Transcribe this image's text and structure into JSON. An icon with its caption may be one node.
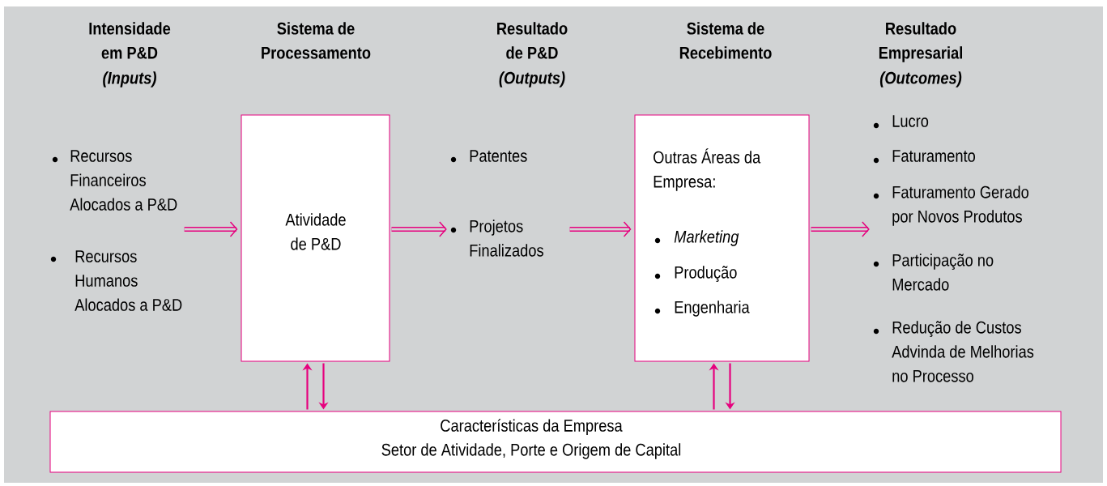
{
  "diagram": {
    "nodes": [
      {
        "text": [
          "Intensidade em P&D",
          "(Inputs)",
          "Recursos Financeiros Alocados a P&D",
          "Recursos Humanos Alocados a P&D"
        ]
      },
      {
        "text": [
          "Sistema de Processamento",
          "Atividade de P&D"
        ]
      },
      {
        "text": [
          "Resultado de P&D",
          "(Outputs)",
          "Patentes",
          "Projetos Finalizados"
        ]
      },
      {
        "text": [
          "Sistema de Recebimento",
          "Outras  Áreas da Empresa:",
          "Marketing",
          "Produção",
          "Engenharia"
        ]
      },
      {
        "text": [
          "Resultado Empresarial",
          "(Outcomes)",
          "Lucro",
          "Faturamento",
          "Faturamento  Gerado por Novos Produtos",
          "Participação no Mercado",
          "Redução de Custos Advinda de Melhorias no Processo"
        ]
      },
      {
        "text": [
          "Características da Empresa",
          "Setor de Atividade, Porte e Origem de Capital"
        ]
      }
    ],
    "edges": [
      {
        "from": 0,
        "to": 1,
        "arrow": "to",
        "style": "thick"
      },
      {
        "from": 1,
        "to": 2,
        "arrow": "to",
        "style": "thick"
      },
      {
        "from": 2,
        "to": 3,
        "arrow": "to",
        "style": "thick"
      },
      {
        "from": 3,
        "to": 4,
        "arrow": "to",
        "style": "thick"
      },
      {
        "from": 5,
        "to": 1,
        "arrow": "to"
      },
      {
        "from": 1,
        "to": 5,
        "arrow": "to"
      },
      {
        "from": 5,
        "to": 3,
        "arrow": "to"
      },
      {
        "from": 3,
        "to": 5,
        "arrow": "to"
      }
    ]
  }
}
